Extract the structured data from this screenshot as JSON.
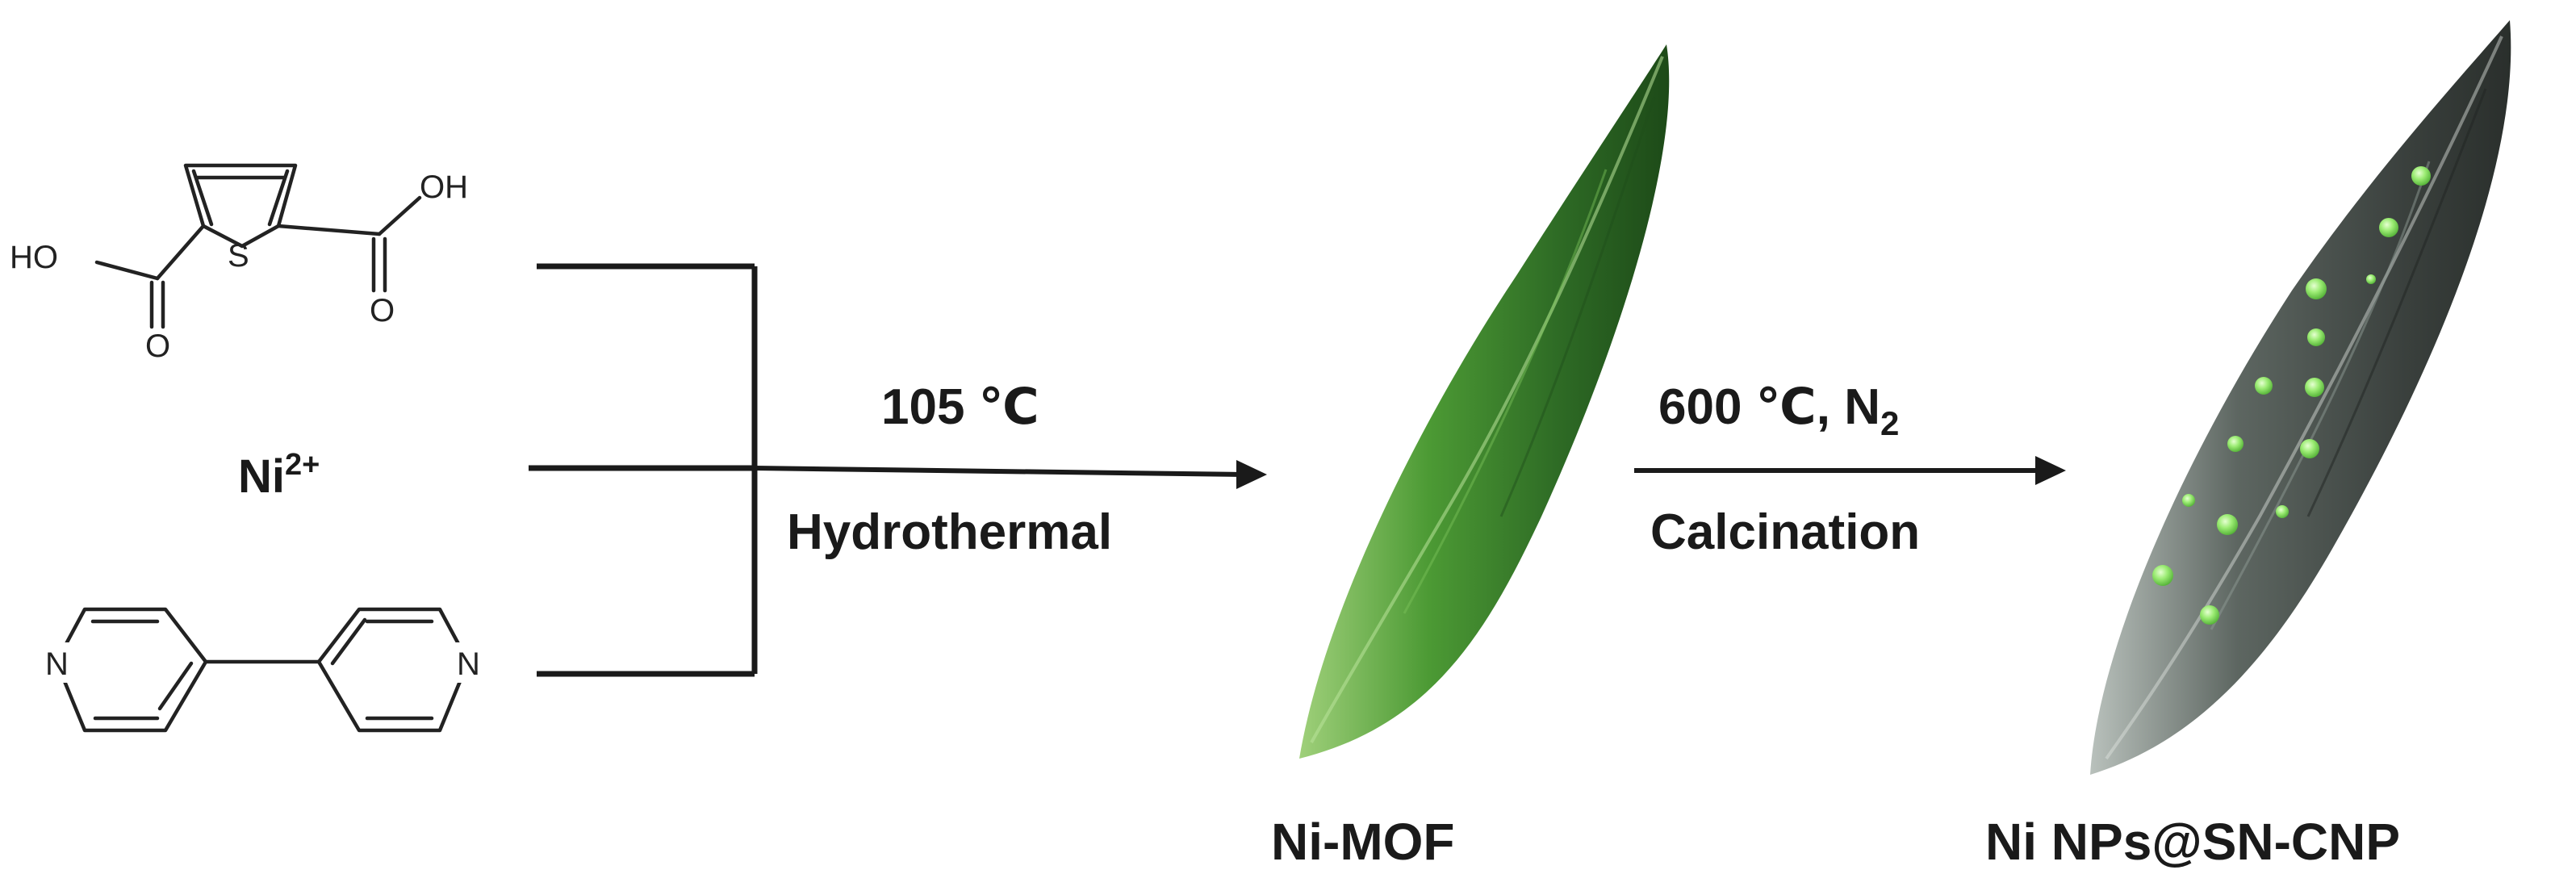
{
  "reactants": {
    "linker_1": {
      "atoms": {
        "oh_left": "HO",
        "oh_right": "OH",
        "sulfur": "S",
        "oxygen_left": "O",
        "oxygen_right": "O"
      }
    },
    "metal_ion": {
      "symbol": "Ni",
      "charge": "2+"
    },
    "linker_2": {
      "atoms": {
        "nitrogen_left": "N",
        "nitrogen_right": "N"
      }
    }
  },
  "step_1": {
    "condition_value": "105 ",
    "condition_unit": "℃",
    "method": "Hydrothermal"
  },
  "step_2": {
    "condition_value": "600 ",
    "condition_unit": "℃, N",
    "condition_subscript": "2",
    "method": "Calcination"
  },
  "products": {
    "intermediate_label": "Ni-MOF",
    "final_label": "Ni NPs@SN-CNP"
  },
  "colors": {
    "mof_leaf": "#3f8f2c",
    "carbon_leaf": "#3c4340",
    "nanoparticles": "#8ee86a",
    "lines": "#1a1a1a"
  }
}
